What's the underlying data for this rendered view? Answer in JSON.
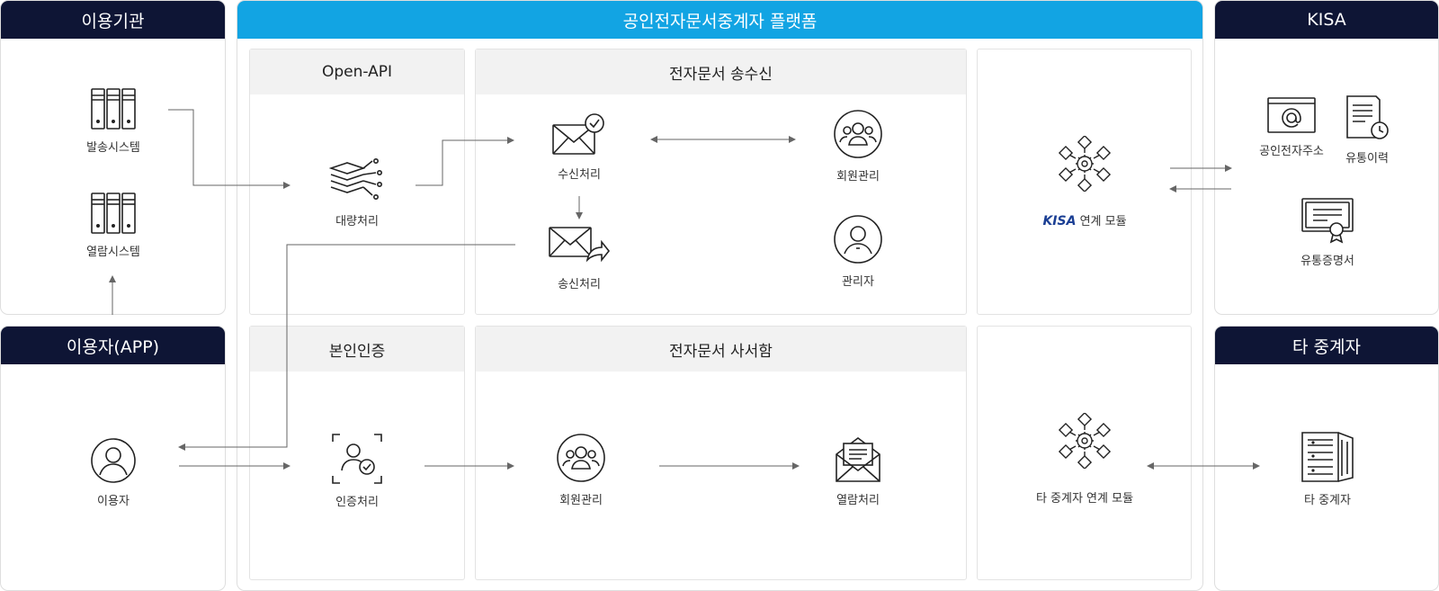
{
  "panels": {
    "org": "이용기관",
    "user_app": "이용자(APP)",
    "platform": "공인전자문서중계자 플랫폼",
    "kisa": "KISA",
    "other_relay": "타 중계자"
  },
  "sections": {
    "open_api": "Open-API",
    "doc_transfer": "전자문서 송수신",
    "identity": "본인인증",
    "mailbox": "전자문서 사서함"
  },
  "nodes": {
    "send_system": "발송시스템",
    "view_system": "열람시스템",
    "user": "이용자",
    "bulk": "대량처리",
    "receive": "수신처리",
    "send": "송신처리",
    "member_top": "회원관리",
    "admin": "관리자",
    "auth": "인증처리",
    "member_bottom": "회원관리",
    "view_proc": "열람처리",
    "kisa_logo": "KISA",
    "kisa_link": "연계 모듈",
    "other_link": "타 중계자 연계 모듈",
    "cert_address": "공인전자주소",
    "history": "유통이력",
    "certificate": "유통증명서",
    "other_relay": "타 중계자"
  },
  "colors": {
    "navy": "#0e1535",
    "blue": "#12a4e3",
    "section_bg": "#f2f2f2",
    "border": "#dedede",
    "line": "#666666",
    "kisa_logo": "#1b3f94"
  }
}
